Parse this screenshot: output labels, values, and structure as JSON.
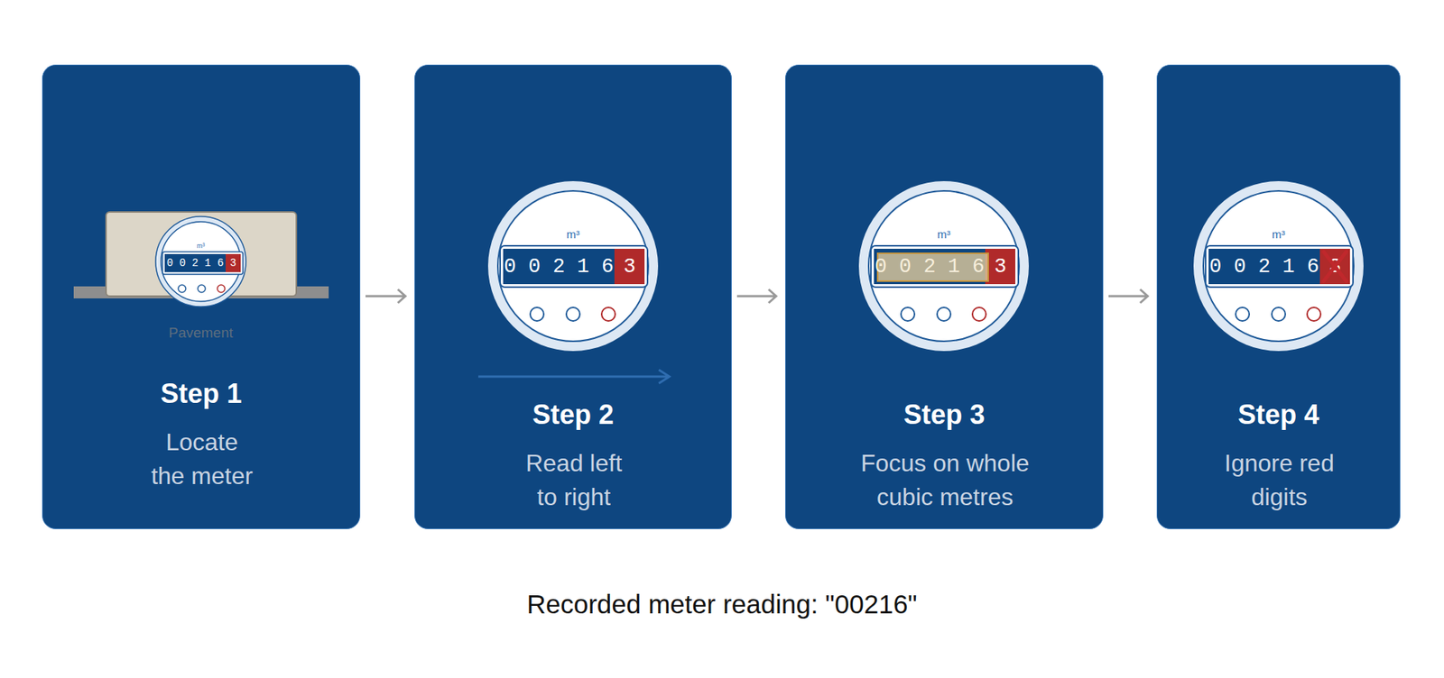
{
  "diagram": {
    "caption": "Recorded meter reading: \"00216\"",
    "nodes": [
      {
        "text": [
          "Step 1",
          "Locate the meter"
        ]
      },
      {
        "text": [
          "Step 2",
          "Read left to right"
        ]
      },
      {
        "text": [
          "Step 3",
          "Focus on whole cubic metres"
        ]
      },
      {
        "text": [
          "Step 4",
          "Ignore red digits"
        ]
      }
    ],
    "edges": [
      {
        "from": 0,
        "to": 1,
        "arrow": "to"
      },
      {
        "from": 1,
        "to": 2,
        "arrow": "to"
      },
      {
        "from": 2,
        "to": 3,
        "arrow": "to"
      }
    ],
    "labels": [
      "m³",
      "0 0 2 1 6",
      "3",
      "Pavement",
      "m³",
      "0 0 2 1 6",
      "3",
      "m³",
      "0 0 2 1 6",
      "3",
      "m³",
      "0 0 2 1 6",
      "3"
    ]
  }
}
